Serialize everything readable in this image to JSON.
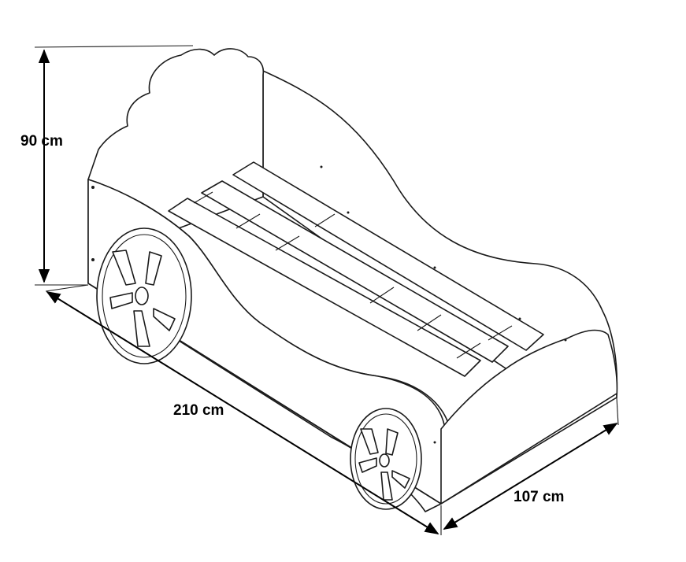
{
  "dimensions": {
    "height_label": "90 cm",
    "length_label": "210 cm",
    "width_label": "107 cm"
  }
}
